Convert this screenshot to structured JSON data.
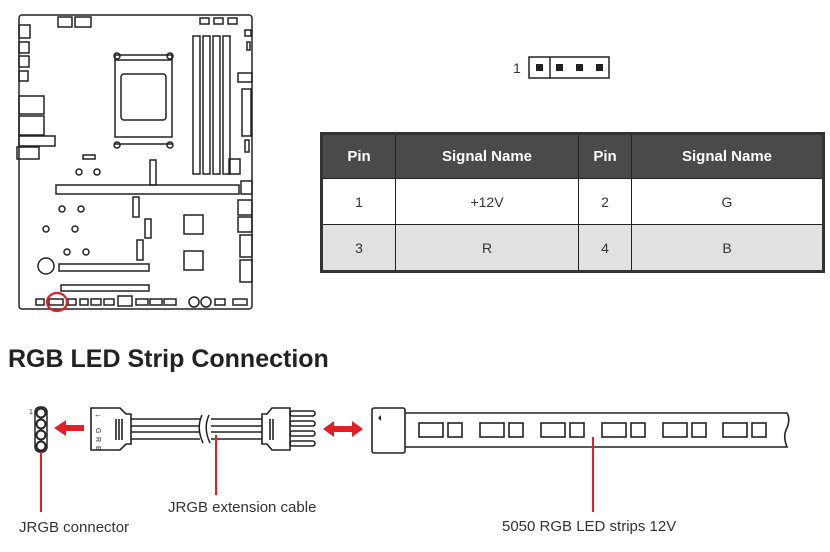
{
  "header_diagram": {
    "pin1_label": "1",
    "pin_count": 4
  },
  "pin_table": {
    "headers": [
      "Pin",
      "Signal Name",
      "Pin",
      "Signal Name"
    ],
    "rows": [
      {
        "pin_a": "1",
        "signal_a": "+12V",
        "pin_b": "2",
        "signal_b": "G"
      },
      {
        "pin_a": "3",
        "signal_a": "R",
        "pin_b": "4",
        "signal_b": "B"
      }
    ]
  },
  "section": {
    "title": "RGB LED Strip Connection"
  },
  "connection_diagram": {
    "connector_pin1_label": "1",
    "plug_letters": [
      "G",
      "R",
      "B"
    ],
    "labels": {
      "connector": "JRGB connector",
      "cable": "JRGB extension cable",
      "strip": "5050 RGB LED strips 12V"
    },
    "accent_color": "#e31e25"
  }
}
